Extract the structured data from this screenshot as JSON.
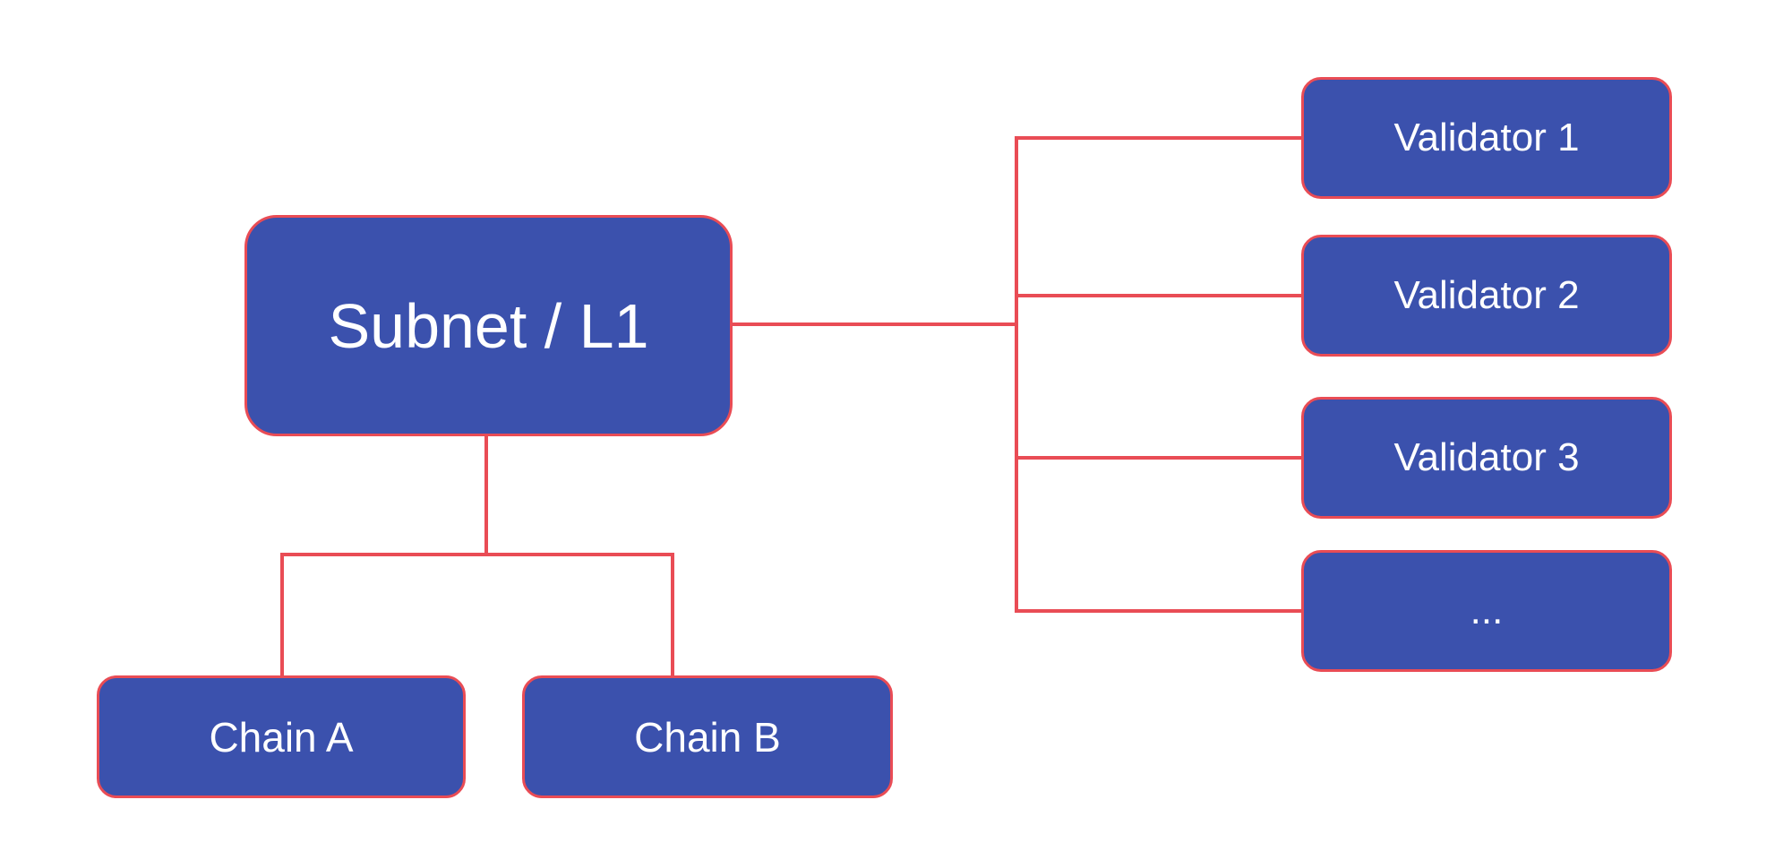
{
  "diagram": {
    "nodes": {
      "subnet": {
        "label": "Subnet / L1"
      },
      "chain_a": {
        "label": "Chain A"
      },
      "chain_b": {
        "label": "Chain B"
      },
      "validator_1": {
        "label": "Validator 1"
      },
      "validator_2": {
        "label": "Validator 2"
      },
      "validator_3": {
        "label": "Validator 3"
      },
      "validator_more": {
        "label": "..."
      }
    }
  },
  "theme": {
    "node_fill": "#3b51ad",
    "accent_red": "#e94c55",
    "label_color": "#ffffff",
    "background": "#ffffff"
  }
}
